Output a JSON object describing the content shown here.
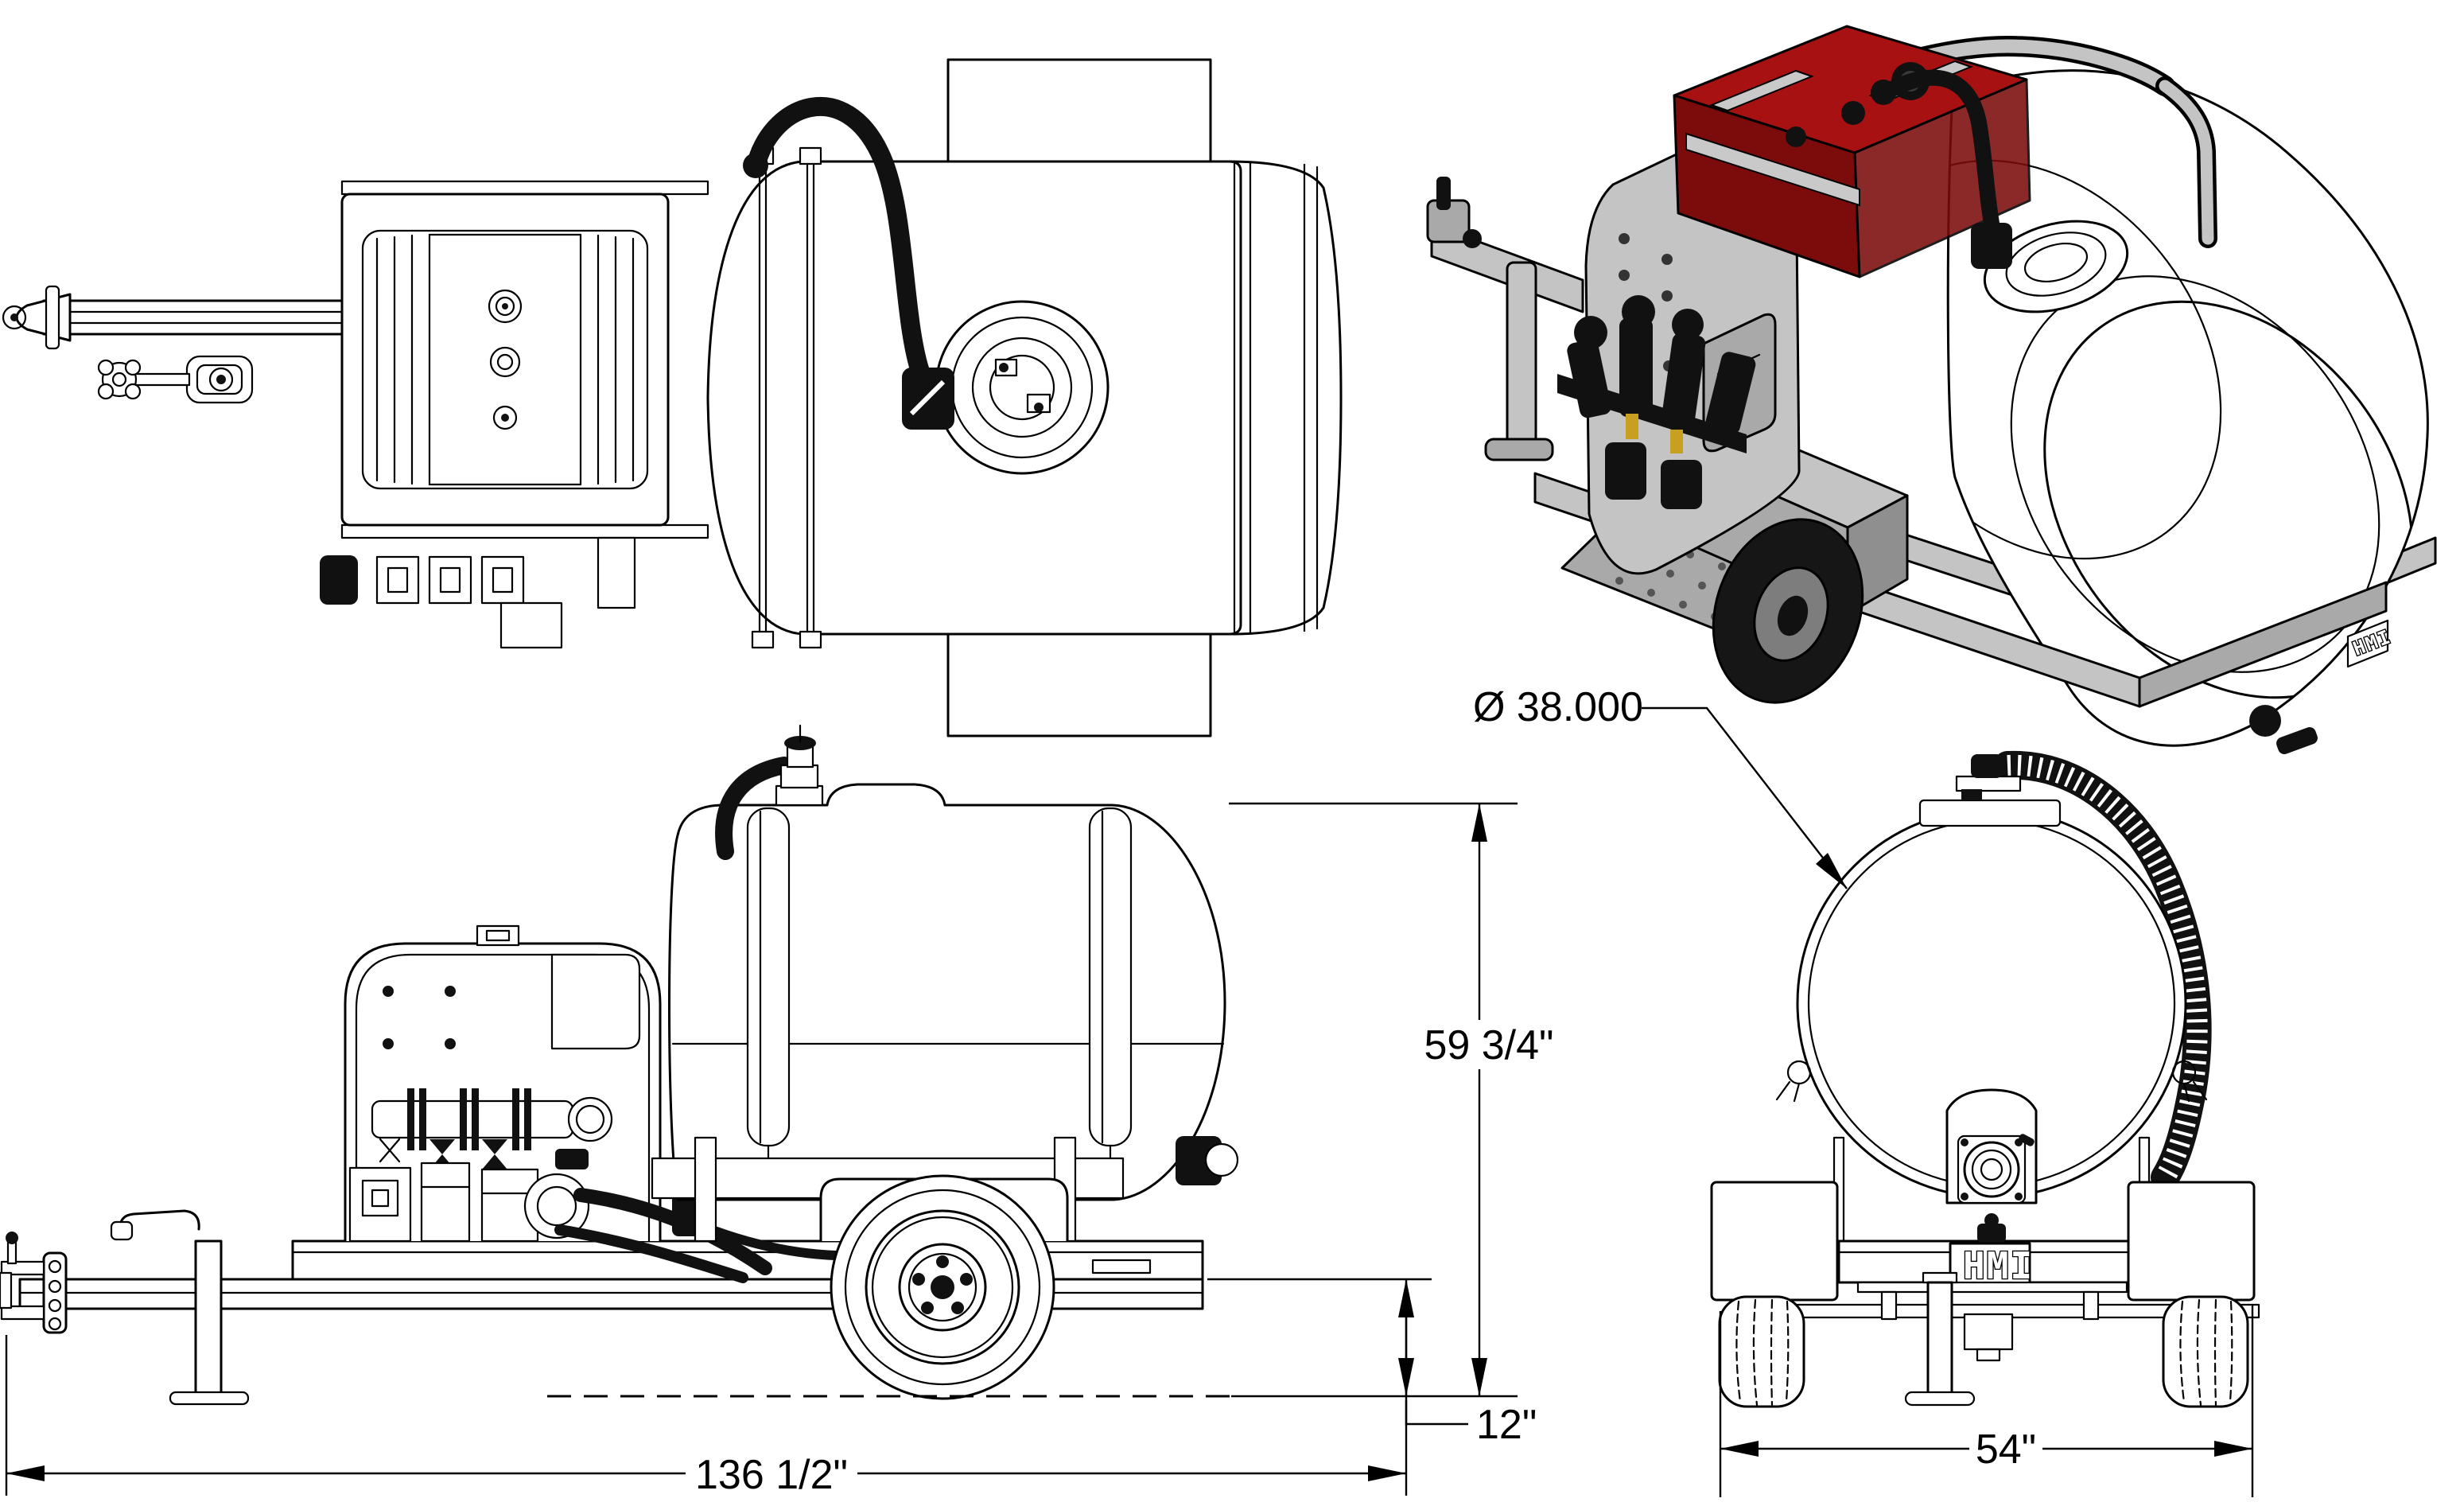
{
  "drawing": {
    "background": "#ffffff",
    "line_color": "#000000",
    "engine_red": "#a81111",
    "engine_red_dark": "#7c0c0c",
    "frame_gray": "#c4c4c4",
    "frame_gray_dark": "#8f8f8f",
    "tire_black": "#161616",
    "logo": "HMI",
    "dimensions": {
      "tank_diameter": "Ø 38.000",
      "overall_height": "59 3/4\"",
      "frame_to_ground": "12\"",
      "overall_length": "136 1/2\"",
      "rear_track_width": "54\""
    }
  }
}
